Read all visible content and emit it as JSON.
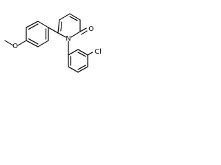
{
  "molecule": {
    "atoms": {
      "oxygen_carbonyl": "O",
      "nitrogen": "N",
      "oxygen_ether": "O",
      "chlorine": "Cl"
    }
  }
}
